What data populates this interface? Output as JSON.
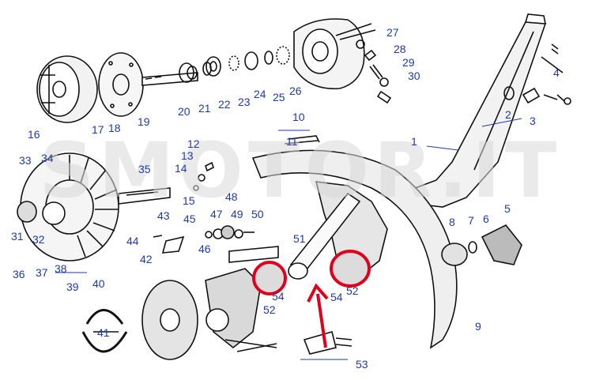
{
  "watermark": "SMOTOR.IT",
  "colors": {
    "ink": "#111111",
    "label": "#1f3aa8",
    "highlight": "#e0001b",
    "watermark": "#d9d9d9"
  },
  "labels": [
    {
      "text": "1"
    },
    {
      "text": "2"
    },
    {
      "text": "3"
    },
    {
      "text": "4"
    },
    {
      "text": "5"
    },
    {
      "text": "6"
    },
    {
      "text": "7"
    },
    {
      "text": "8"
    },
    {
      "text": "9"
    },
    {
      "text": "10"
    },
    {
      "text": "11"
    },
    {
      "text": "12"
    },
    {
      "text": "13"
    },
    {
      "text": "14"
    },
    {
      "text": "15"
    },
    {
      "text": "16"
    },
    {
      "text": "17"
    },
    {
      "text": "18"
    },
    {
      "text": "19"
    },
    {
      "text": "20"
    },
    {
      "text": "21"
    },
    {
      "text": "22"
    },
    {
      "text": "23"
    },
    {
      "text": "24"
    },
    {
      "text": "25"
    },
    {
      "text": "26"
    },
    {
      "text": "27"
    },
    {
      "text": "28"
    },
    {
      "text": "29"
    },
    {
      "text": "30"
    },
    {
      "text": "31"
    },
    {
      "text": "32"
    },
    {
      "text": "33"
    },
    {
      "text": "34"
    },
    {
      "text": "35"
    },
    {
      "text": "36"
    },
    {
      "text": "37"
    },
    {
      "text": "38"
    },
    {
      "text": "39"
    },
    {
      "text": "40"
    },
    {
      "text": "41"
    },
    {
      "text": "42"
    },
    {
      "text": "43"
    },
    {
      "text": "44"
    },
    {
      "text": "45"
    },
    {
      "text": "46"
    },
    {
      "text": "47"
    },
    {
      "text": "48"
    },
    {
      "text": "49"
    },
    {
      "text": "50"
    },
    {
      "text": "51"
    },
    {
      "text": "52"
    },
    {
      "text": "52"
    },
    {
      "text": "53"
    },
    {
      "text": "54"
    },
    {
      "text": "54"
    }
  ]
}
